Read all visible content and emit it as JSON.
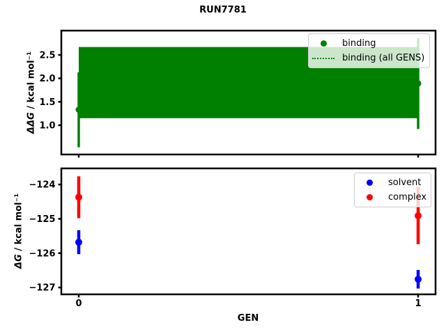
{
  "title": "RUN7781",
  "chart_data": [
    {
      "type": "scatter",
      "id": "binding-panel",
      "ylabel": {
        "math": "ΔΔG",
        "units": " / kcal mol⁻¹"
      },
      "xlabel": "",
      "ylim": [
        0.375,
        3.02
      ],
      "xlim": [
        -0.0513,
        1.0513
      ],
      "yticks": [
        {
          "v": 1.0,
          "label": "1.0"
        },
        {
          "v": 1.5,
          "label": "1.5"
        },
        {
          "v": 2.0,
          "label": "2.0"
        },
        {
          "v": 2.5,
          "label": "2.5"
        }
      ],
      "xticks": [
        {
          "v": 0,
          "label": ""
        },
        {
          "v": 1,
          "label": ""
        }
      ],
      "band": {
        "label": "binding (all GENS)",
        "color": "#008000",
        "low": 1.15,
        "high": 2.67,
        "center": 1.9,
        "x0": 0,
        "x1": 1,
        "center_line_style": "dotted"
      },
      "series": [
        {
          "name": "binding",
          "color": "#008000",
          "points": [
            {
              "x": 0,
              "y": 1.33,
              "yerr": 0.8
            },
            {
              "x": 1,
              "y": 1.89,
              "yerr": 0.97
            }
          ]
        }
      ],
      "legend": {
        "items": [
          {
            "label": "binding",
            "marker": "dot",
            "color": "#008000"
          },
          {
            "label": "binding (all GENS)",
            "marker": "dotted-line",
            "color": "#008000"
          }
        ]
      }
    },
    {
      "type": "scatter",
      "id": "dg-panel",
      "ylabel": {
        "math": "ΔG",
        "units": " / kcal mol⁻¹"
      },
      "xlabel": "GEN",
      "ylim": [
        -127.2,
        -123.53
      ],
      "xlim": [
        -0.0513,
        1.0513
      ],
      "yticks": [
        {
          "v": -127,
          "label": "−127"
        },
        {
          "v": -126,
          "label": "−126"
        },
        {
          "v": -125,
          "label": "−125"
        },
        {
          "v": -124,
          "label": "−124"
        }
      ],
      "xticks": [
        {
          "v": 0,
          "label": "0"
        },
        {
          "v": 1,
          "label": "1"
        }
      ],
      "series": [
        {
          "name": "solvent",
          "color": "#0000ff",
          "points": [
            {
              "x": 0,
              "y": -125.68,
              "yerr": 0.35
            },
            {
              "x": 1,
              "y": -126.76,
              "yerr": 0.27
            }
          ]
        },
        {
          "name": "complex",
          "color": "#ff0000",
          "points": [
            {
              "x": 0,
              "y": -124.37,
              "yerr": 0.61
            },
            {
              "x": 1,
              "y": -124.91,
              "yerr": 0.83
            }
          ]
        }
      ],
      "legend": {
        "items": [
          {
            "label": "solvent",
            "marker": "dot",
            "color": "#0000ff"
          },
          {
            "label": "complex",
            "marker": "dot",
            "color": "#ff0000"
          }
        ]
      }
    }
  ]
}
